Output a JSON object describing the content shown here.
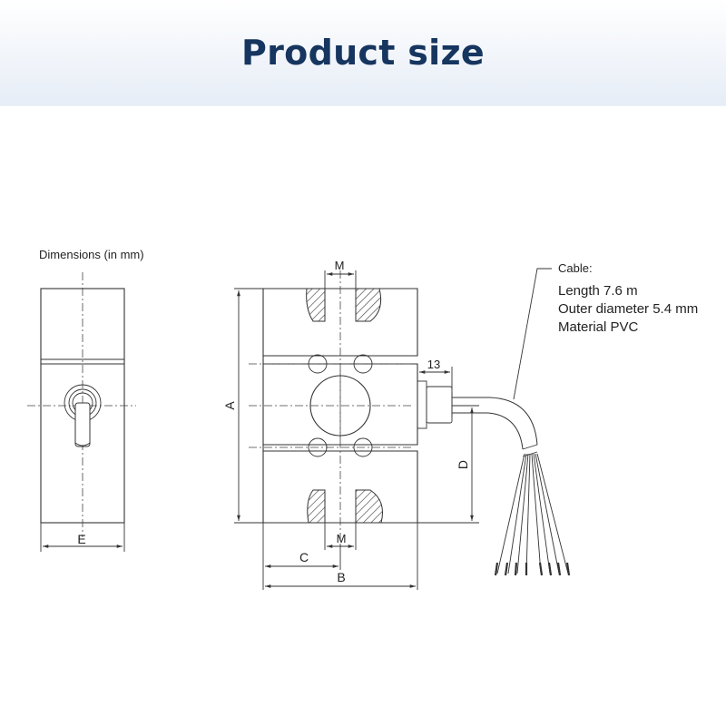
{
  "header": {
    "title": "Product size"
  },
  "drawing": {
    "dimensions_note": "Dimensions (in mm)",
    "labels": {
      "A": "A",
      "B": "B",
      "C": "C",
      "D": "D",
      "E": "E",
      "M_top": "M",
      "M_bottom": "M",
      "thirteen": "13"
    },
    "cable": {
      "heading": "Cable:",
      "length": "Length 7.6 m",
      "outer_diameter": "Outer diameter 5.4 mm",
      "material": "Material PVC"
    }
  }
}
